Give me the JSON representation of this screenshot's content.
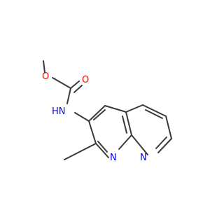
{
  "molecule": {
    "atoms": {
      "carbonyl_oxygen": {
        "label": "O",
        "color": "#ff0000"
      },
      "ester_oxygen": {
        "label": "O",
        "color": "#ff0000"
      },
      "amine_nh": {
        "label": "HN",
        "color": "#0000ff"
      },
      "ring_n1": {
        "label": "N",
        "color": "#0000ff"
      },
      "ring_n8": {
        "label": "N",
        "color": "#0000ff"
      }
    },
    "bond_color": "#3a3a3a"
  }
}
